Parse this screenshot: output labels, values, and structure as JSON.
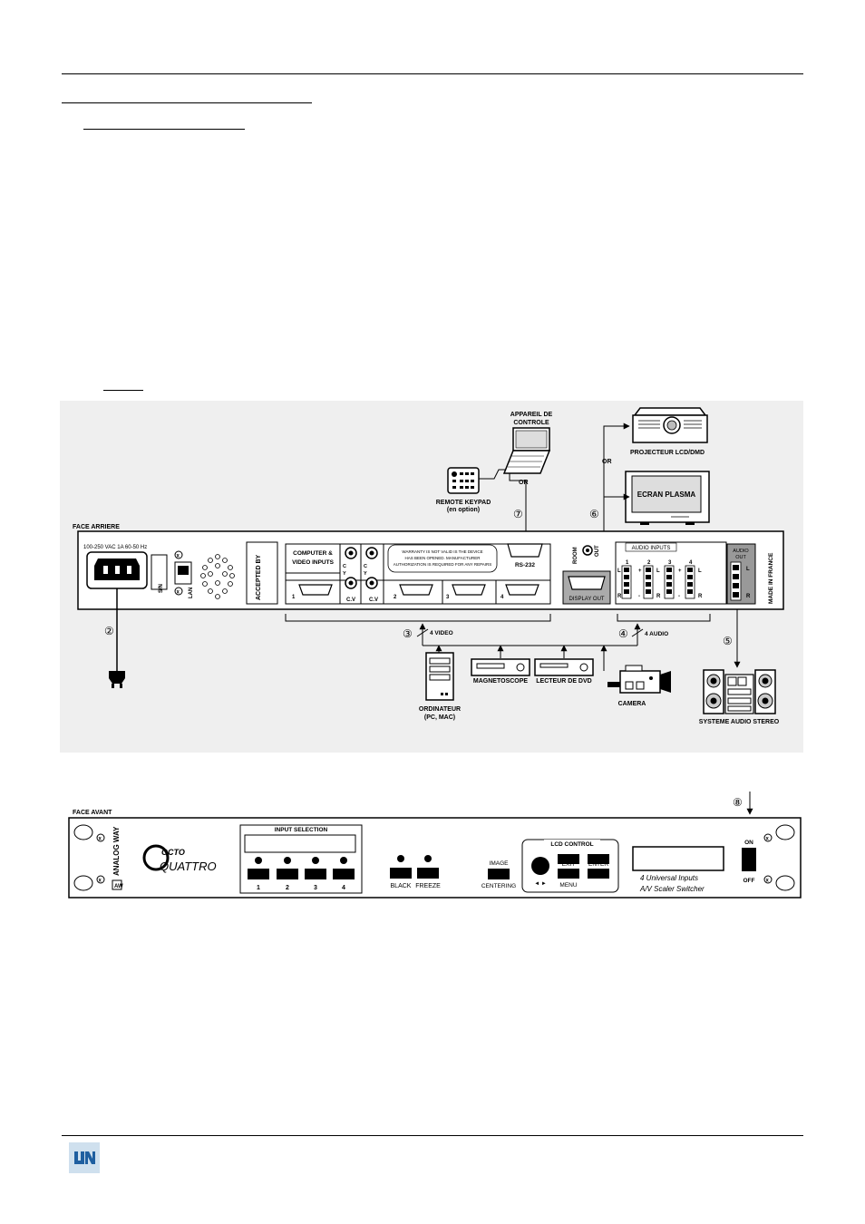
{
  "rear": {
    "title": "FACE ARRIERE",
    "power_spec": "100-250 VAC  1A  60-50 Hz",
    "sn": "S/N",
    "lan": "LAN",
    "accepted": "ACCEPTED BY",
    "inputs_label_1": "COMPUTER &",
    "inputs_label_2": "VIDEO INPUTS",
    "cv": "C.V",
    "c": "C",
    "y": "Y",
    "warranty_1": "WARRANTY IS NOT VALID IS THE DEVICE",
    "warranty_2": "HAS BEEN OPENED. MANUFACTURER",
    "warranty_3": "AUTHORIZATION IS REQUIRED FOR ANY REPAIRS",
    "rs232": "RS-232",
    "room_1": "ROOM",
    "room_2": "OUT",
    "display_out": "DISPLAY OUT",
    "audio_inputs": "AUDIO  INPUTS",
    "audio_out_1": "AUDIO",
    "audio_out_2": "OUT",
    "made_in": "MADE IN FRANCE",
    "ch_L": "L",
    "ch_R": "R",
    "plus": "+",
    "minus": "-",
    "n1": "1",
    "n2": "2",
    "n3": "3",
    "n4": "4"
  },
  "devices": {
    "appareil_1": "APPAREIL DE",
    "appareil_2": "CONTROLE",
    "or": "OR",
    "remote_1": "REMOTE KEYPAD",
    "remote_2": "(en option)",
    "projecteur": "PROJECTEUR LCD/DMD",
    "ecran": "ECRAN PLASMA",
    "four_video": "4 VIDEO",
    "four_audio": "4 AUDIO",
    "ordinateur_1": "ORDINATEUR",
    "ordinateur_2": "(PC, MAC)",
    "magnetoscope": "MAGNETOSCOPE",
    "dvd": "LECTEUR DE DVD",
    "camera": "CAMERA",
    "audio_system": "SYSTEME AUDIO STEREO"
  },
  "callouts": {
    "c2": "②",
    "c3": "③",
    "c4": "④",
    "c5": "⑤",
    "c6": "⑥",
    "c7": "⑦",
    "c8": "⑧"
  },
  "front": {
    "title": "FACE AVANT",
    "brand": "ANALOG WAY",
    "logo_1": "OCTO",
    "logo_2": "QUATTRO",
    "input_selection": "INPUT SELECTION",
    "b1": "1",
    "b2": "2",
    "b3": "3",
    "b4": "4",
    "black": "BLACK",
    "freeze": "FREEZE",
    "image": "IMAGE",
    "centering": "CENTERING",
    "lcd_control": "LCD CONTROL",
    "exit": "EXIT",
    "enter": "ENTER",
    "menu": "MENU",
    "arrows": "◄ ►",
    "tag_1": "4 Universal Inputs",
    "tag_2": "A/V Scaler Switcher",
    "on": "ON",
    "off": "OFF"
  }
}
